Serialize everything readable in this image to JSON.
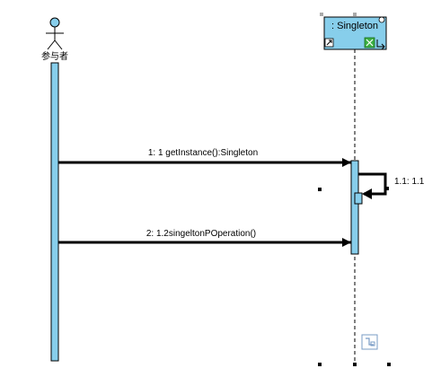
{
  "diagram": {
    "actor": {
      "label": "参与者"
    },
    "lifeline": {
      "label": ": Singleton"
    },
    "messages": [
      {
        "label": "1: 1 getInstance():Singleton"
      },
      {
        "label": "1.1: 1.1"
      },
      {
        "label": "2: 1.2singeltonPOperation()"
      }
    ],
    "icons": [
      "stickman-icon",
      "lifeline-nav-icon",
      "green-sync-icon",
      "resize-arrow-icon",
      "sequence-link-icon"
    ],
    "colors": {
      "fill": "#87ceeb",
      "stroke": "#000000",
      "background": "#ffffff"
    }
  }
}
